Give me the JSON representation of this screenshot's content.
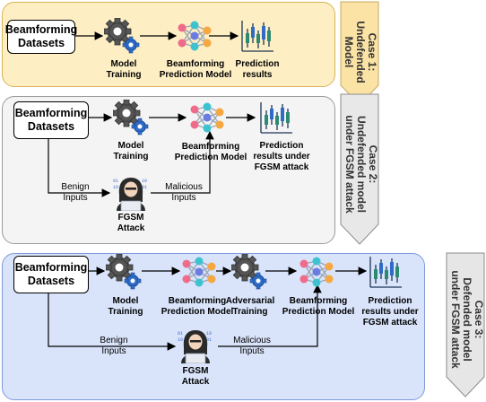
{
  "colors": {
    "case1_bg": "#fdeec3",
    "case2_bg": "#f4f4f4",
    "case3_bg": "#d9e4fb",
    "case1_chevron": "#fbe3a6",
    "case2_chevron": "#e8e8e8",
    "case3_chevron": "#e6e6e6"
  },
  "case1": {
    "dataset": "Beamforming\nDatasets",
    "training": "Model\nTraining",
    "model": "Beamforming\nPrediction Model",
    "results": "Prediction\nresults",
    "caption": "Case 1:\nUndefended\nModel"
  },
  "case2": {
    "dataset": "Beamforming\nDatasets",
    "training": "Model\nTraining",
    "model": "Beamforming\nPrediction Model",
    "results": "Prediction\nresults under\nFGSM attack",
    "benign": "Benign\nInputs",
    "malicious": "Malicious\nInputs",
    "attack": "FGSM\nAttack",
    "caption": "Case 2:\nUndefended model\nunder FGSM attack"
  },
  "case3": {
    "dataset": "Beamforming\nDatasets",
    "training": "Model\nTraining",
    "model": "Beamforming\nPrediction Model",
    "adv_training": "Adversarial\nTraining",
    "model2": "Beamforming\nPrediction Model",
    "results": "Prediction\nresults under\nFGSM attack",
    "benign": "Benign\nInputs",
    "malicious": "Malicious\nInputs",
    "attack": "FGSM\nAttack",
    "caption": "Case 3:\nDefended model\nunder FGSM attack"
  },
  "icons": [
    "gear-icon",
    "neural-network-icon",
    "candlestick-chart-icon",
    "hacker-icon"
  ]
}
